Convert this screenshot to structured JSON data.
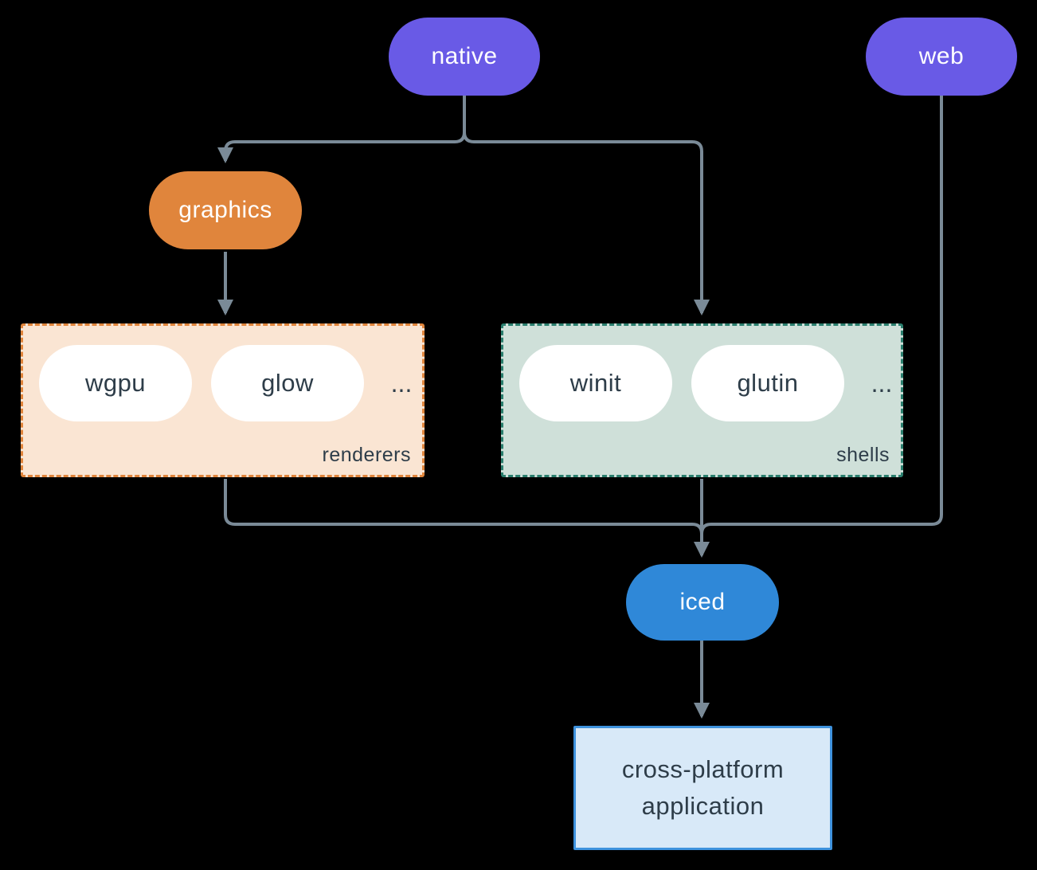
{
  "diagram": {
    "nodes": {
      "native": {
        "label": "native",
        "color": "#695AE6"
      },
      "web": {
        "label": "web",
        "color": "#695AE6"
      },
      "graphics": {
        "label": "graphics",
        "color": "#E0853C"
      },
      "iced": {
        "label": "iced",
        "color": "#2F88D8"
      },
      "app": {
        "label": "cross-platform application",
        "background": "#D8E9F8",
        "border": "#3E92DD"
      }
    },
    "groups": {
      "renderers": {
        "label": "renderers",
        "items": [
          "wgpu",
          "glow"
        ],
        "ellipsis": "...",
        "background": "#FAE5D3",
        "border": "#E0853C"
      },
      "shells": {
        "label": "shells",
        "items": [
          "winit",
          "glutin"
        ],
        "ellipsis": "...",
        "background": "#CFE0D9",
        "border": "#2B7F6E"
      }
    },
    "colors": {
      "background": "#000000",
      "purple": "#695AE6",
      "orange": "#E0853C",
      "peach_bg": "#FAE5D3",
      "green_bg": "#CFE0D9",
      "teal_border": "#2B7F6E",
      "blue": "#2F88D8",
      "app_bg": "#D8E9F8",
      "app_border": "#3E92DD",
      "line": "#7A8A97",
      "dark_text": "#2E3D49",
      "pill_text": "#FFFFFF"
    }
  }
}
